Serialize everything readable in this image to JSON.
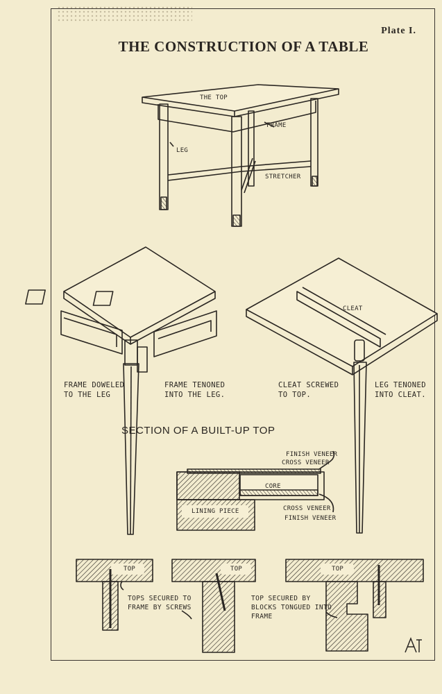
{
  "plate": "Plate I.",
  "title": "THE CONSTRUCTION OF A TABLE",
  "table_labels": {
    "top": "THE TOP",
    "frame": "FRAME",
    "leg": "LEG",
    "stretcher": "STRETCHER"
  },
  "joint_labels": {
    "cleat": "CLEAT"
  },
  "captions": {
    "doweled": "FRAME DOWELED\nTO THE LEG",
    "tenoned": "FRAME TENONED\nINTO THE LEG.",
    "cleat_screwed": "CLEAT SCREWED\nTO TOP.",
    "leg_tenoned": "LEG TENONED\nINTO CLEAT."
  },
  "section": {
    "title": "SECTION OF A BUILT-UP TOP",
    "finish_veneer_top": "FINISH VENEER",
    "cross_veneer_top": "CROSS VENEER",
    "core": "CORE",
    "lining_piece": "LINING PIECE",
    "cross_veneer_bottom": "CROSS VENEER",
    "finish_veneer_bottom": "FINISH VENEER"
  },
  "bottom": {
    "top1": "TOP",
    "top2": "TOP",
    "top3": "TOP",
    "screws_caption": "TOPS SECURED TO\nFRAME BY SCREWS",
    "blocks_caption": "TOP SECURED BY\nBLOCKS TONGUED INTO\nFRAME"
  },
  "monogram": "AT"
}
